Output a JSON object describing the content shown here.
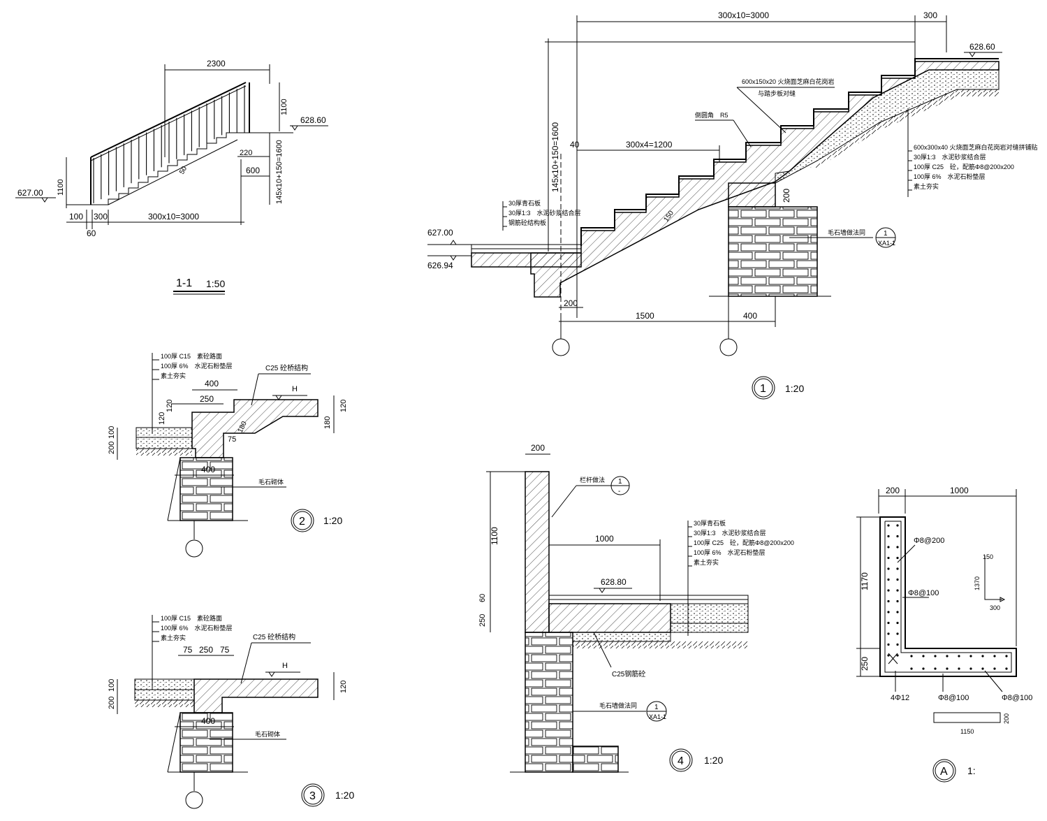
{
  "section_1_1": {
    "dims": {
      "top": "2300",
      "rail_h": "1100",
      "right_h": "1100",
      "total_h": "145x10+150=1600",
      "riser": "220",
      "tread": "600",
      "run": "300x10=3000",
      "left1": "100",
      "left2": "300",
      "bottom": "60",
      "slope": "50"
    },
    "levels": {
      "top": "628.60",
      "bottom": "627.00"
    },
    "title": "1-1",
    "scale": "1:50"
  },
  "detail_1": {
    "dims": {
      "top_run": "300x10=3000",
      "top_end": "300",
      "height": "145x10+150=1600",
      "mid_run": "300x4=1200",
      "offset": "40",
      "foot1": "200",
      "foot2": "1500",
      "foot3": "400",
      "pier": "200",
      "slab": "150"
    },
    "levels": {
      "top": "628.60",
      "bottom1": "627.00",
      "bottom2": "626.94"
    },
    "notes_right": [
      "600x300x40 火烧面芝麻白花岗岩对缝拼铺贴",
      "30厚1:3　水泥砂浆结合层",
      "100厚 C25　砼，配筋Φ8@200x200",
      "100厚 6%　水泥石粉垫层",
      "素土夯实"
    ],
    "notes_left": [
      "30厚青石板",
      "30厚1:3　水泥砂浆结合层",
      "钢筋砼结构板"
    ],
    "note_top1": "600x150x20 火烧面芝麻白花岗岩",
    "note_top2": "与踏步板对缝",
    "note_r5": "倒圆角　R5",
    "note_wall": "毛石墙做法同",
    "ref_num": "1",
    "ref_sheet": "XA1-1",
    "title": "1",
    "scale": "1:20"
  },
  "detail_2": {
    "notes": [
      "100厚 C15　素砼路面",
      "100厚 6%　水泥石粉垫层",
      "素土夯实"
    ],
    "struct": "C25 砼桥结构",
    "mark": "H",
    "masonry": "毛石砌体",
    "dims": {
      "w400": "400",
      "w250": "250",
      "h120a": "120",
      "h120b": "120",
      "h180": "180",
      "d180": "180",
      "d75": "75",
      "h200": "200",
      "h100": "100",
      "b400": "400",
      "r120": "120"
    },
    "title": "2",
    "scale": "1:20"
  },
  "detail_3": {
    "notes": [
      "100厚 C15　素砼路面",
      "100厚 6%　水泥石粉垫层",
      "素土夯实"
    ],
    "struct": "C25 砼桥结构",
    "mark": "H",
    "masonry": "毛石砌体",
    "dims": {
      "a75": "75",
      "a250": "250",
      "b75": "75",
      "h200": "200",
      "h100": "100",
      "b400": "400",
      "r120": "120"
    },
    "title": "3",
    "scale": "1:20"
  },
  "detail_4": {
    "dims": {
      "top": "200",
      "h1100": "1100",
      "w1000": "1000",
      "h60": "60",
      "h250": "250"
    },
    "level": "628.80",
    "note_rail": "栏杆做法",
    "ref_top": "1",
    "ref_bottom": "-",
    "notes": [
      "30厚青石板",
      "30厚1:3　水泥砂浆结合层",
      "100厚 C25　砼，配筋Φ8@200x200",
      "100厚 6%　水泥石粉垫层",
      "素土夯实"
    ],
    "note_c25": "C25钢筋砼",
    "note_wall": "毛石墙做法同",
    "ref_num": "1",
    "ref_sheet": "XA1-1",
    "title": "4",
    "scale": "1:20"
  },
  "detail_A": {
    "dims": {
      "w200": "200",
      "w1000": "1000",
      "h1170": "1170",
      "h250": "250"
    },
    "rebar": [
      "Φ8@200",
      "Φ8@100",
      "4Φ12",
      "Φ8@100",
      "Φ8@100"
    ],
    "bar1": {
      "a": "150",
      "b": "1370",
      "c": "300"
    },
    "bar2": {
      "len": "1150",
      "h": "200"
    },
    "title": "A",
    "scale": "1:"
  }
}
